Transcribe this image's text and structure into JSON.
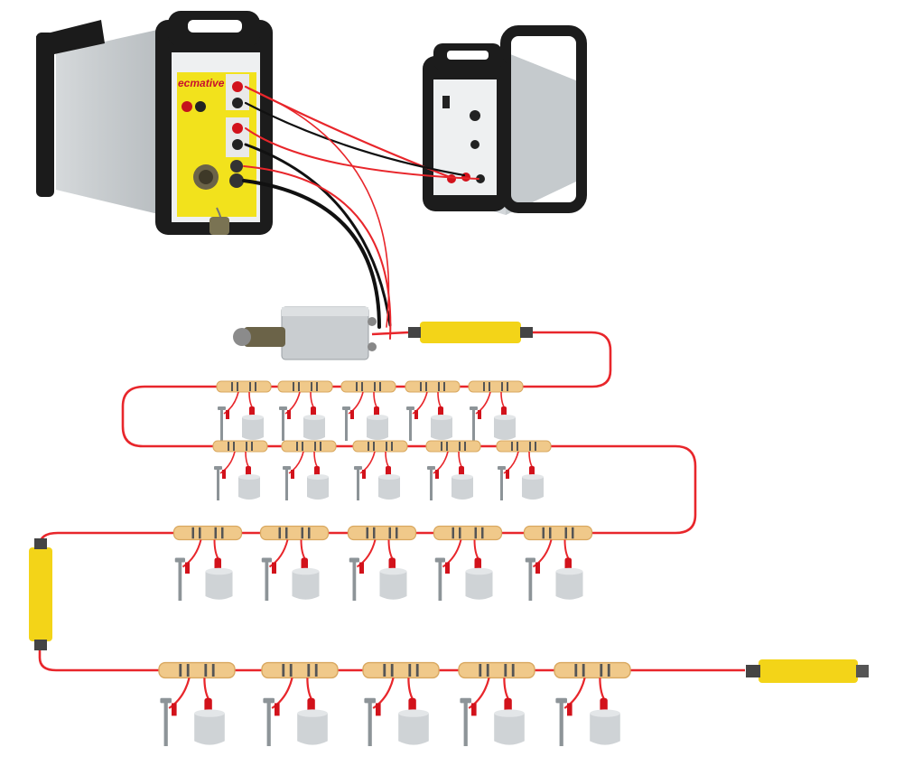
{
  "scene": {
    "brand_text": "ecmative",
    "colors": {
      "background": "#ffffff",
      "case_frame": "#1c1c1c",
      "case_metal": "#c9ced1",
      "panel_yellow": "#f2e21c",
      "cable_red": "#e8262b",
      "cable_black": "#111111",
      "tube_yellow": "#f3d418",
      "splice_tan": "#f0c98a",
      "terminal_red": "#d2121b",
      "pipe_grey": "#cfd3d6",
      "rod_grey": "#8d9498"
    },
    "icons": [
      "main-unit-case",
      "remote-unit-case",
      "junction-box",
      "yellow-inline-tube",
      "splice-connector",
      "ground-rod",
      "pipe-sample",
      "red-terminal",
      "black-terminal"
    ]
  }
}
